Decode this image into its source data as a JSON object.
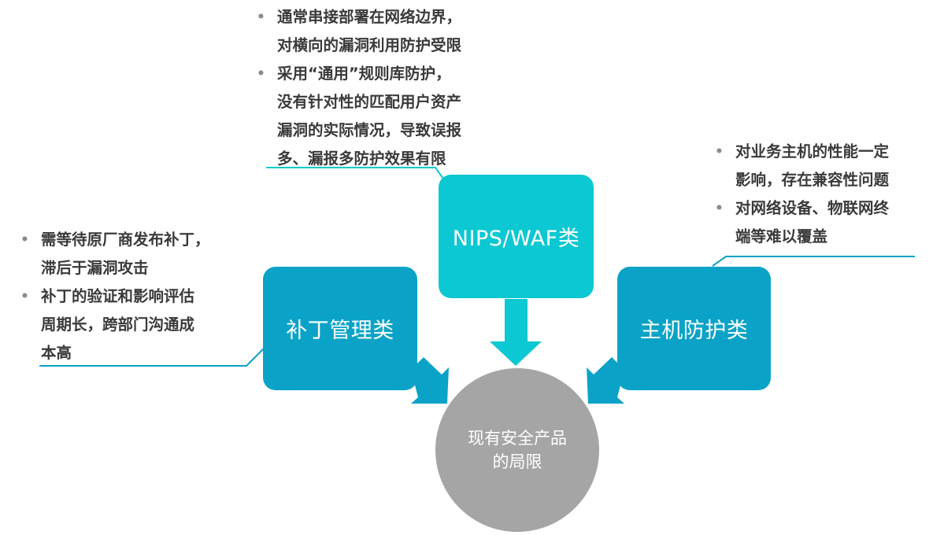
{
  "nodes": {
    "top": "NIPS/WAF类",
    "left": "补丁管理类",
    "right": "主机防护类"
  },
  "center": {
    "line1": "现有安全产品",
    "line2": "的局限"
  },
  "callouts": {
    "top": [
      {
        "line1": "通常串接部署在网络边界，",
        "line2": "对横向的漏洞利用防护受限"
      },
      {
        "line1": "采用“通用”规则库防护，",
        "line2": "没有针对性的匹配用户资产",
        "line3": "漏洞的实际情况，导致误报",
        "line4": "多、漏报多防护效果有限"
      }
    ],
    "left": [
      {
        "line1": "需等待原厂商发布补丁，",
        "line2": "滞后于漏洞攻击"
      },
      {
        "line1": "补丁的验证和影响评估",
        "line2": "周期长，跨部门沟通成",
        "line3": "本高"
      }
    ],
    "right": [
      {
        "line1": "对业务主机的性能一定",
        "line2": "影响，存在兼容性问题"
      },
      {
        "line1": "对网络设备、物联网终",
        "line2": "端等难以覆盖"
      }
    ]
  },
  "bullet": "•",
  "colors": {
    "node_top": "#0bc8d2",
    "node_side": "#0aa3c7",
    "center": "#a5a5a5",
    "connector": "#0aa3c7"
  }
}
